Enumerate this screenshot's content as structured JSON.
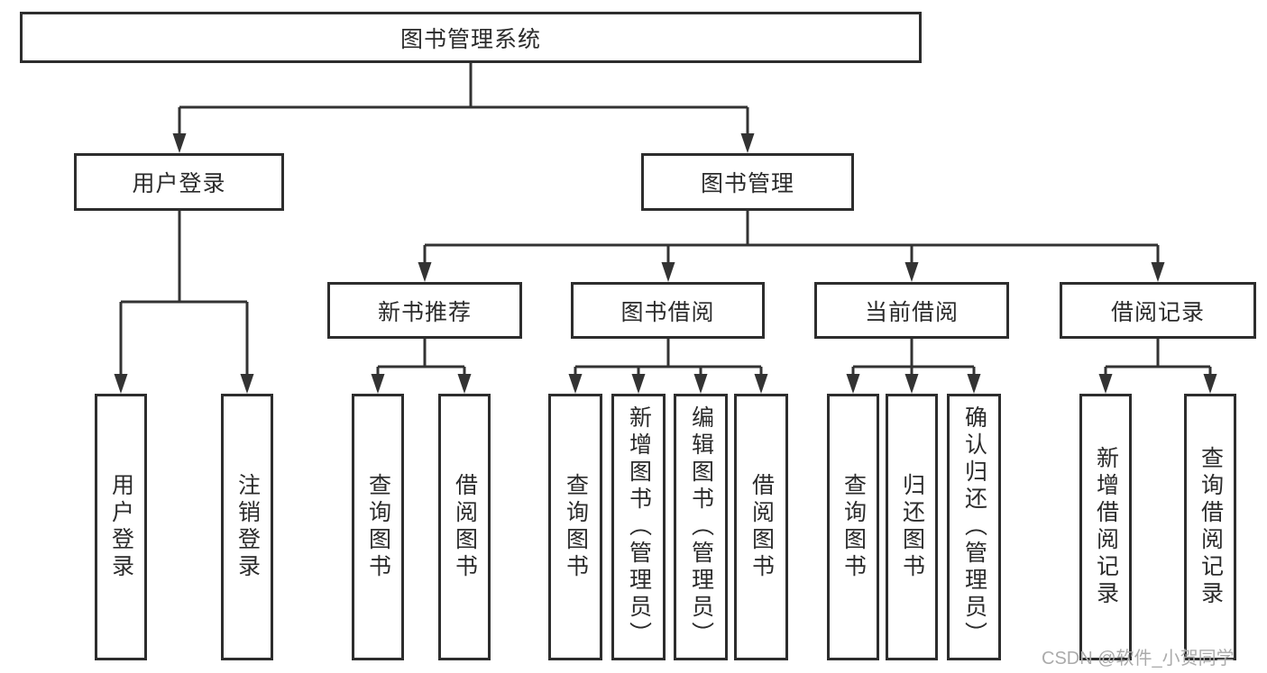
{
  "diagram_title": "图书管理系统",
  "nodes": {
    "root": "图书管理系统",
    "user_login": "用户登录",
    "book_mgmt": "图书管理",
    "new_book_rec": "新书推荐",
    "book_borrow": "图书借阅",
    "current_borrow": "当前借阅",
    "borrow_record": "借阅记录",
    "ul_login": "用户登录",
    "ul_logout": "注销登录",
    "nb_query": "查询图书",
    "nb_borrow": "借阅图书",
    "bb_query": "查询图书",
    "bb_add": "新增图书（管理员）",
    "bb_edit": "编辑图书（管理员）",
    "bb_borrow": "借阅图书",
    "cb_query": "查询图书",
    "cb_return": "归还图书",
    "cb_confirm": "确认归还（管理员）",
    "br_add": "新增借阅记录",
    "br_query": "查询借阅记录"
  },
  "watermark": {
    "text": "CSDN @软件_小贺同学"
  },
  "colors": {
    "line": "#333333",
    "box_border": "#2d2d2d",
    "text": "#2b2b2b",
    "watermark": "#ababab",
    "background": "#ffffff"
  }
}
